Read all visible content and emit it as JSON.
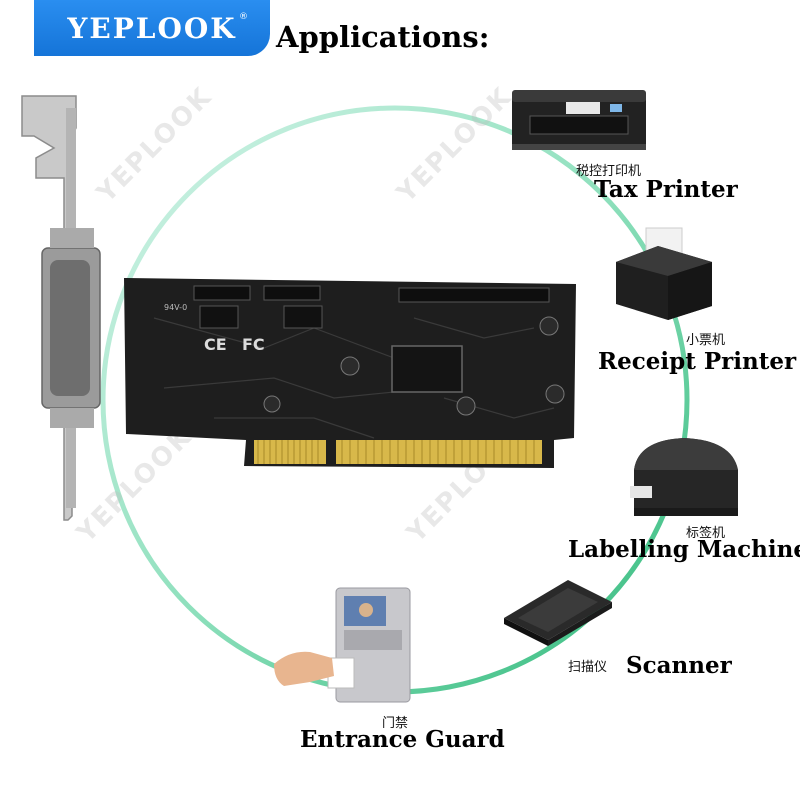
{
  "brand": {
    "name": "YEPLOOK",
    "reg": "®"
  },
  "heading": "Applications:",
  "watermark": "YEPLOOK",
  "card": {
    "markings": [
      "94V-0",
      "CE",
      "FC"
    ]
  },
  "applications": [
    {
      "id": "tax-printer",
      "cn": "税控打印机",
      "en": "Tax Printer",
      "icon": "tax-printer-icon"
    },
    {
      "id": "receipt-printer",
      "cn": "小票机",
      "en": "Receipt Printer",
      "icon": "receipt-printer-icon"
    },
    {
      "id": "labelling-machine",
      "cn": "标签机",
      "en": "Labelling Machine",
      "icon": "label-printer-icon"
    },
    {
      "id": "scanner",
      "cn": "扫描仪",
      "en": "Scanner",
      "icon": "scanner-icon"
    },
    {
      "id": "entrance-guard",
      "cn": "门禁",
      "en": "Entrance Guard",
      "icon": "access-control-icon"
    }
  ],
  "colors": {
    "brand": "#1a7be0",
    "ring_start": "#c8f0e4",
    "ring_end": "#3ec08a"
  }
}
